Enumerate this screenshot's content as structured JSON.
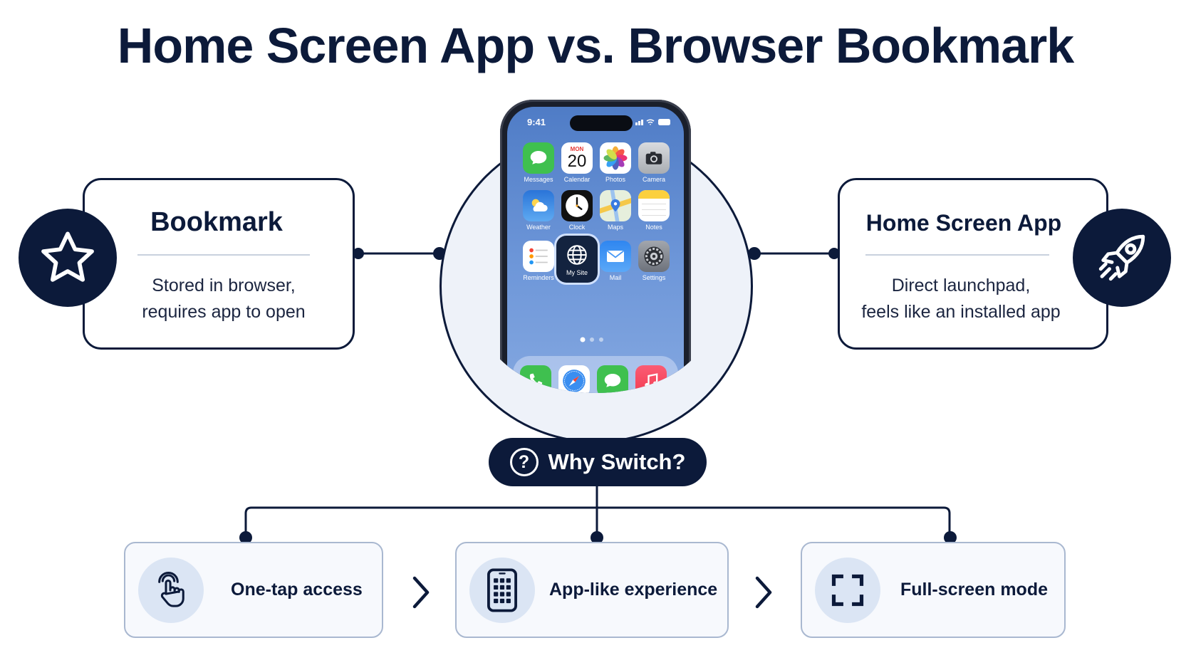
{
  "title": "Home Screen App vs. Browser Bookmark",
  "left_card": {
    "title": "Bookmark",
    "desc_line1": "Stored in browser,",
    "desc_line2": "requires app to open",
    "icon": "star-icon"
  },
  "right_card": {
    "title": "Home Screen App",
    "desc_line1": "Direct launchpad,",
    "desc_line2": "feels like an installed app",
    "icon": "rocket-icon"
  },
  "phone": {
    "time": "9:41",
    "calendar_day": "MON",
    "calendar_date": "20",
    "apps": [
      {
        "label": "Messages",
        "icon": "messages-icon",
        "color": "#3fc04f"
      },
      {
        "label": "Calendar",
        "icon": "calendar-icon",
        "color": "#ffffff"
      },
      {
        "label": "Photos",
        "icon": "photos-icon",
        "color": "#ffffff"
      },
      {
        "label": "Camera",
        "icon": "camera-icon",
        "color": "#c8cbd0"
      },
      {
        "label": "Weather",
        "icon": "weather-icon",
        "color": "#3d8fe6"
      },
      {
        "label": "Clock",
        "icon": "clock-icon",
        "color": "#111111"
      },
      {
        "label": "Maps",
        "icon": "maps-icon",
        "color": "#e9f1e0"
      },
      {
        "label": "Notes",
        "icon": "notes-icon",
        "color": "#fde28a"
      },
      {
        "label": "Reminders",
        "icon": "reminders-icon",
        "color": "#ffffff"
      },
      {
        "label": "My Site",
        "icon": "globe-icon",
        "color": "#13233f"
      },
      {
        "label": "Mail",
        "icon": "mail-icon",
        "color": "#3a8ef0"
      },
      {
        "label": "Settings",
        "icon": "settings-icon",
        "color": "#8e939c"
      }
    ],
    "dock": [
      {
        "icon": "phone-icon",
        "color": "#3fc04f"
      },
      {
        "icon": "safari-icon",
        "color": "#ffffff"
      },
      {
        "icon": "messages-icon",
        "color": "#3fc04f"
      },
      {
        "icon": "music-icon",
        "color": "#f2394f"
      }
    ]
  },
  "why_button": {
    "label": "Why Switch?",
    "icon": "question-icon"
  },
  "features": [
    {
      "label": "One-tap access",
      "icon": "tap-hand-icon"
    },
    {
      "label": "App-like experience",
      "icon": "app-grid-phone-icon"
    },
    {
      "label": "Full-screen mode",
      "icon": "fullscreen-icon"
    }
  ],
  "colors": {
    "navy": "#0c1a3a",
    "feature_bg": "#f7f9fd",
    "feature_border": "#a9b8d0",
    "icon_bg": "#dbe5f4"
  }
}
